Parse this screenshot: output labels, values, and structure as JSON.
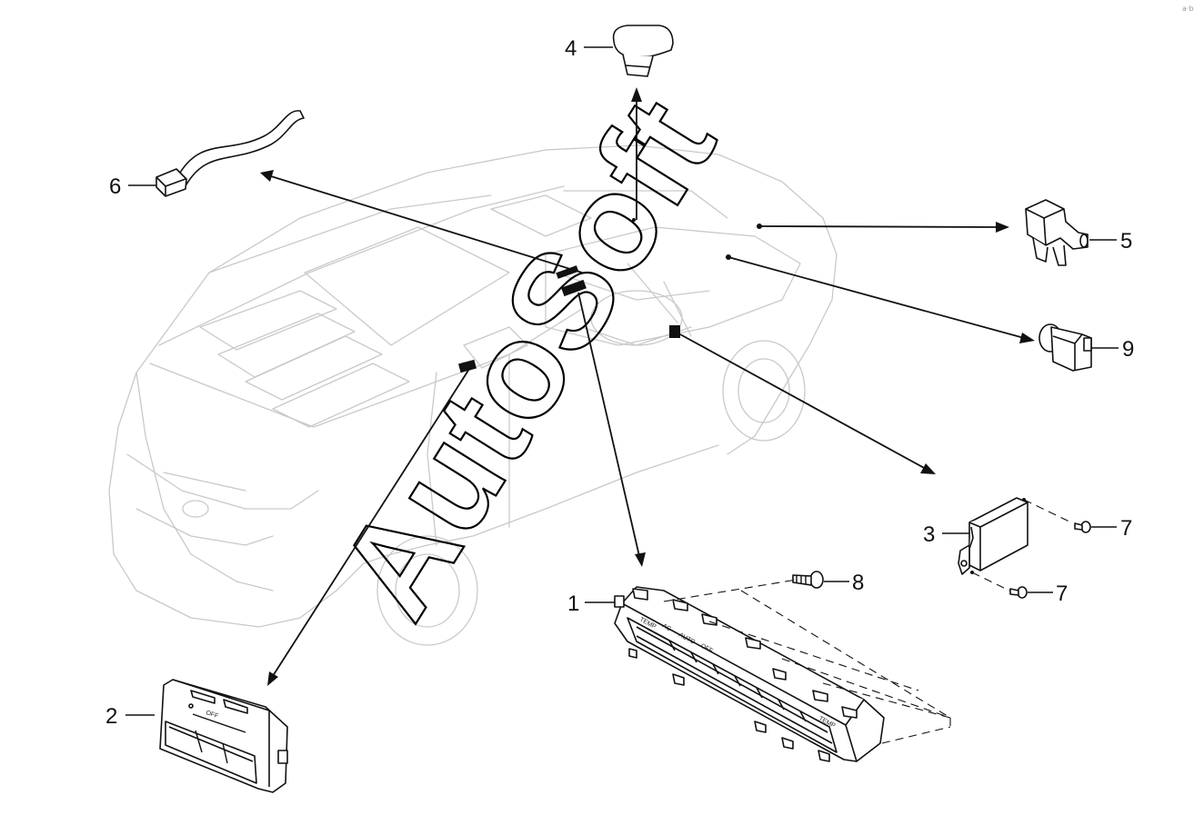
{
  "callouts": [
    {
      "id": "1",
      "text": "1"
    },
    {
      "id": "2",
      "text": "2"
    },
    {
      "id": "3",
      "text": "3"
    },
    {
      "id": "4",
      "text": "4"
    },
    {
      "id": "5",
      "text": "5"
    },
    {
      "id": "6",
      "text": "6"
    },
    {
      "id": "7a",
      "text": "7"
    },
    {
      "id": "7b",
      "text": "7"
    },
    {
      "id": "8",
      "text": "8"
    },
    {
      "id": "9",
      "text": "9"
    }
  ],
  "watermark": {
    "text": "AutoSoft"
  },
  "corner_mark": {
    "text": "a·b"
  },
  "climate_panel_labels": {
    "temp_left": "TEMP",
    "ac": "AC",
    "auto": "AUTO",
    "off": "OFF",
    "temp_right": "TEMP"
  },
  "rear_panel_labels": {
    "off": "OFF"
  },
  "colors": {
    "line": "#111111",
    "vehicle_outline": "#c9c9c9",
    "background": "#ffffff"
  }
}
